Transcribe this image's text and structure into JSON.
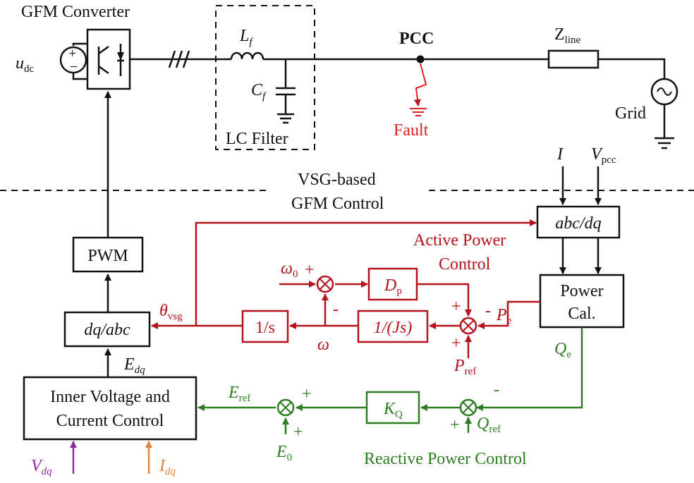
{
  "labels": {
    "gfm_converter": "GFM Converter",
    "lf_main": "L",
    "lf_sub": "f",
    "cf_main": "C",
    "cf_sub": "f",
    "lc_filter": "LC Filter",
    "pcc": "PCC",
    "zline_main": "Z",
    "zline_sub": "line",
    "grid": "Grid",
    "fault": "Fault",
    "udc_main": "u",
    "udc_sub": "dc",
    "vsg_line1": "VSG-based",
    "vsg_line2": "GFM Control",
    "i_meas": "I",
    "vpcc_main": "V",
    "vpcc_sub": "pcc",
    "active_power_line1": "Active Power",
    "active_power_line2": "Control",
    "reactive_power": "Reactive Power Control",
    "theta_main": "θ",
    "theta_sub": "vsg",
    "omega0_main": "ω",
    "omega0_sub": "0",
    "omega": "ω",
    "pe_main": "P",
    "pe_sub": "e",
    "pref_main": "P",
    "pref_sub": "ref",
    "qe_main": "Q",
    "qe_sub": "e",
    "qref_main": "Q",
    "qref_sub": "ref",
    "eref_main": "E",
    "eref_sub": "ref",
    "e0_main": "E",
    "e0_sub": "0",
    "edq_main": "E",
    "edq_sub": "dq",
    "vdq_main": "V",
    "vdq_sub": "dq",
    "idq_main": "I",
    "idq_sub": "dq",
    "plus": "+",
    "minus": "-"
  },
  "blocks": {
    "pwm": "PWM",
    "dq_abc": "dq/abc",
    "abc_dq": "abc/dq",
    "power_cal_line1": "Power",
    "power_cal_line2": "Cal.",
    "integrator": "1/s",
    "inertia": "1/(Js)",
    "dp_main": "D",
    "dp_sub": "p",
    "kq_main": "K",
    "kq_sub": "Q",
    "inner_line1": "Inner Voltage and",
    "inner_line2": "Current Control"
  },
  "colors": {
    "black": "#111111",
    "active_red": "#b5121b",
    "reactive_green": "#2e7d22",
    "vdq_purple": "#8e2a9c",
    "idq_orange": "#e8823a"
  }
}
